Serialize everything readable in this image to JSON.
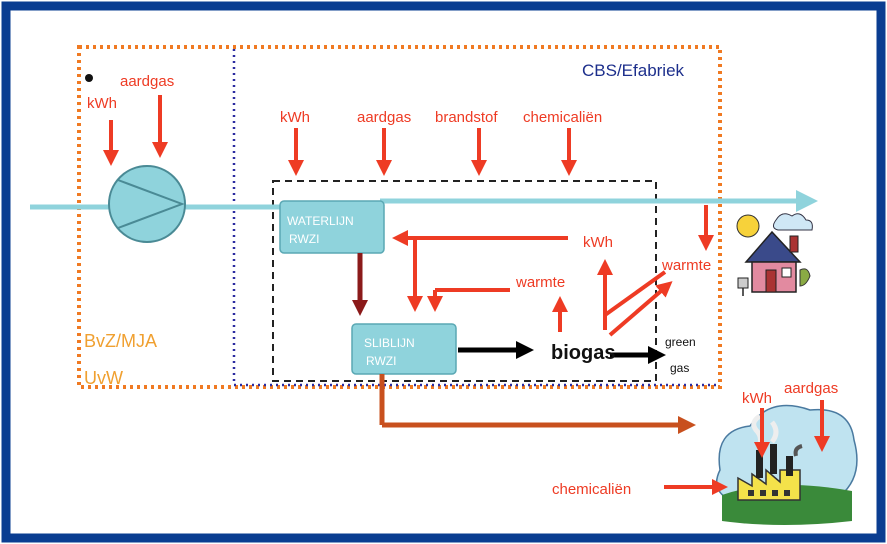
{
  "colors": {
    "frame": "#0a3d91",
    "outer_box": "#f07a22",
    "inner_box": "#2b2ba0",
    "red_arrow": "#ee3b24",
    "dark_red_arrow": "#8b1a1a",
    "brown_arrow": "#c8501e",
    "water": "#8fd3dc",
    "label_red": "#ee3b24",
    "label_orange": "#f0a030",
    "label_blue": "#1d2f8c"
  },
  "labels": {
    "top_left_aardgas": "aardgas",
    "top_left_kwh": "kWh",
    "cbs_title": "CBS/Efabriek",
    "in_kwh": "kWh",
    "in_aardgas": "aardgas",
    "in_brandstof": "brandstof",
    "in_chemicalien": "chemicaliën",
    "waterlijn": "WATERLIJN",
    "waterlijn_sub": "RWZI",
    "sliblijn": "SLIBLIJN",
    "sliblijn_sub": "RWZI",
    "kwh_mid": "kWh",
    "warmte_mid": "warmte",
    "warmte_right": "warmte",
    "biogas": "biogas",
    "green": "green",
    "gas": "gas",
    "bvz_mja": "BvZ/MJA",
    "uvw": "UvW",
    "factory_kwh": "kWh",
    "factory_aardgas": "aardgas",
    "factory_chemicalien": "chemicaliën"
  },
  "icons": [
    "pump-icon",
    "house-icon",
    "factory-icon"
  ]
}
